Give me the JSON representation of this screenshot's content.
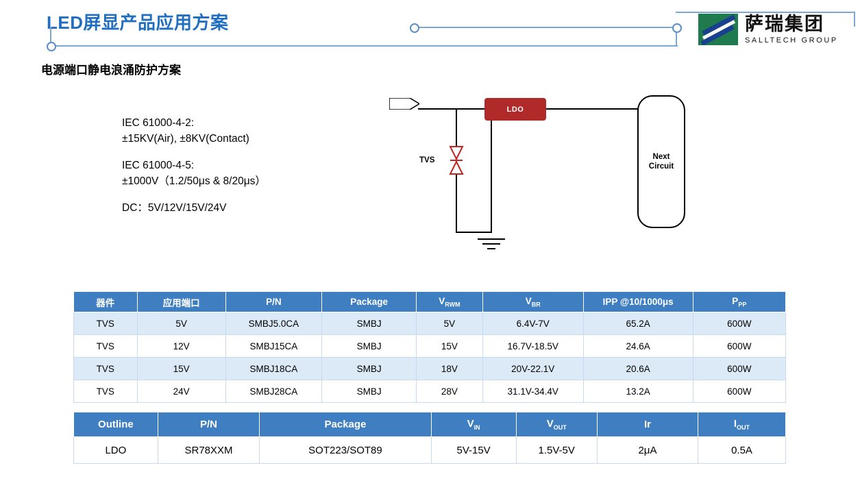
{
  "header": {
    "title": "LED屏显产品应用方案",
    "logo_cn": "萨瑞集团",
    "logo_en": "SALLTECH GROUP"
  },
  "subtitle": "电源端口静电浪涌防护方案",
  "spec": {
    "line1": "IEC 61000-4-2:",
    "line2": "±15KV(Air), ±8KV(Contact)",
    "line3": "IEC 61000-4-5:",
    "line4": "±1000V（1.2/50μs & 8/20μs）",
    "line5": "DC：5V/12V/15V/24V"
  },
  "circuit": {
    "ldo_label": "LDO",
    "tvs_label": "TVS",
    "next_circuit_line1": "Next",
    "next_circuit_line2": "Circuit"
  },
  "table1": {
    "headers": [
      "器件",
      "应用端口",
      "P/N",
      "Package",
      "VRWM",
      "VBR",
      "IPP @10/1000μs",
      "PPP"
    ],
    "header_main": [
      "器件",
      "应用端口",
      "P/N",
      "Package",
      "V",
      "V",
      "IPP @10/1000μs",
      "P"
    ],
    "header_sub": [
      "",
      "",
      "",
      "",
      "RWM",
      "BR",
      "",
      "PP"
    ],
    "rows": [
      [
        "TVS",
        "5V",
        "SMBJ5.0CA",
        "SMBJ",
        "5V",
        "6.4V-7V",
        "65.2A",
        "600W"
      ],
      [
        "TVS",
        "12V",
        "SMBJ15CA",
        "SMBJ",
        "15V",
        "16.7V-18.5V",
        "24.6A",
        "600W"
      ],
      [
        "TVS",
        "15V",
        "SMBJ18CA",
        "SMBJ",
        "18V",
        "20V-22.1V",
        "20.6A",
        "600W"
      ],
      [
        "TVS",
        "24V",
        "SMBJ28CA",
        "SMBJ",
        "28V",
        "31.1V-34.4V",
        "13.2A",
        "600W"
      ]
    ]
  },
  "table2": {
    "header_main": [
      "Outline",
      "P/N",
      "Package",
      "V",
      "V",
      "Ir",
      "I"
    ],
    "header_sub": [
      "",
      "",
      "",
      "IN",
      "OUT",
      "",
      "OUT"
    ],
    "rows": [
      [
        "LDO",
        "SR78XXM",
        "SOT223/SOT89",
        "5V-15V",
        "1.5V-5V",
        "2μA",
        "0.5A"
      ]
    ]
  },
  "colors": {
    "accent_blue": "#3f7fc1",
    "title_blue": "#1f6ec0",
    "row_alt": "#dce9f7",
    "ldo_red": "#b02a2a"
  }
}
